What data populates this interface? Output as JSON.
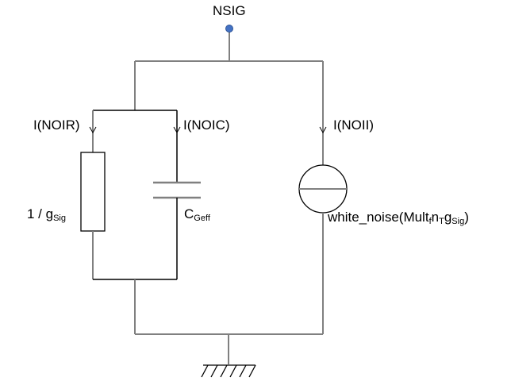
{
  "diagram": {
    "node_label": "NSIG",
    "node_color": "#4472c4",
    "wire_color": "#808080",
    "currents": {
      "resistor": "I(NOIR)",
      "capacitor": "I(NOIC)",
      "source": "I(NOII)"
    },
    "resistor_label": {
      "main": "1 / g",
      "sub": "Sig"
    },
    "capacitor_label": {
      "main": "C",
      "sub": "Geff"
    },
    "source_label": {
      "prefix": "white_noise(Mult",
      "sub1": "f",
      "mid1": "n",
      "sub2": "T",
      "mid2": "g",
      "sub3": "Sig",
      "suffix": ")"
    }
  }
}
